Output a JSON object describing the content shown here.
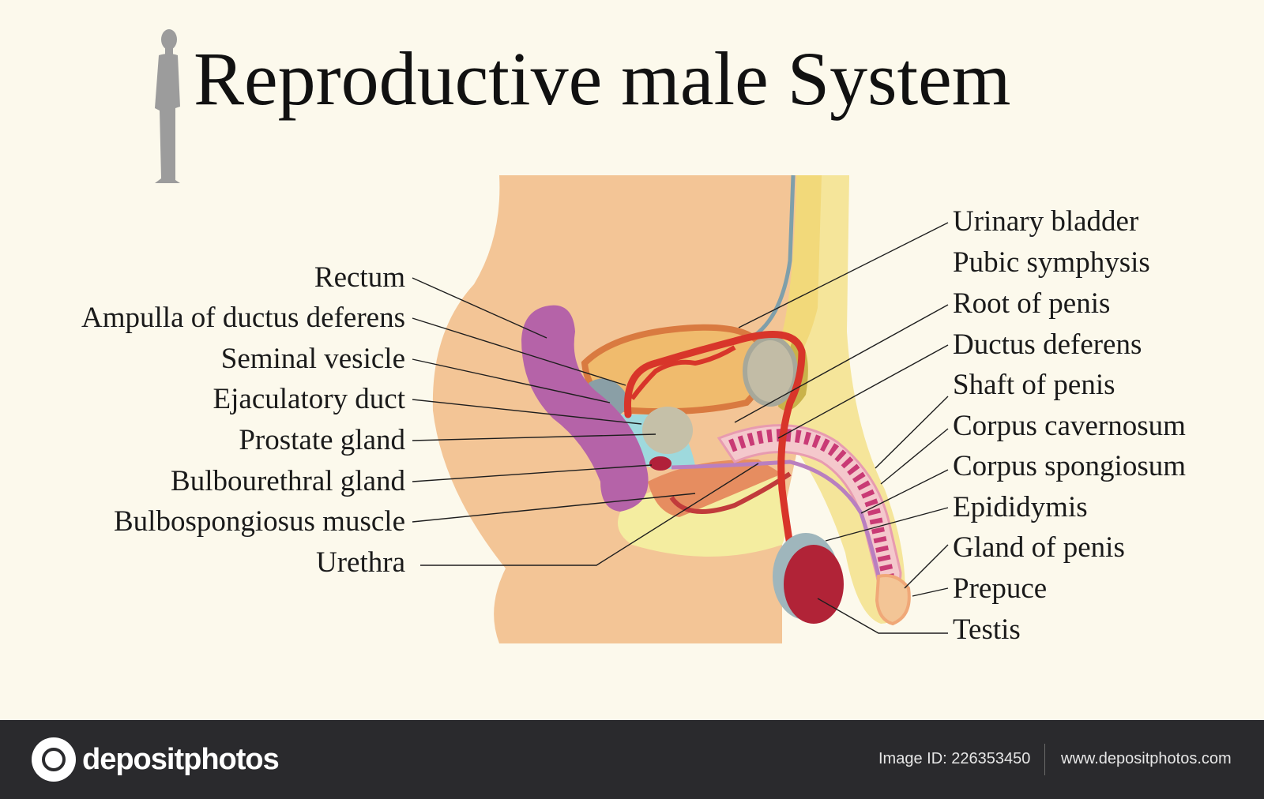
{
  "title": "Reproductive male System",
  "left_labels": [
    "Rectum",
    "Ampulla of  ductus deferens",
    "Seminal vesicle",
    "Ejaculatory duct",
    "Prostate gland",
    "Bulbourethral gland",
    "Bulbospongiosus muscle",
    "Urethra"
  ],
  "right_labels": [
    "Urinary bladder",
    "Pubic symphysis",
    "Root of  penis",
    "Ductus deferens",
    "Shaft of  penis",
    "Corpus cavernosum",
    "Corpus spongiosum",
    "Epididymis",
    "Gland of  penis",
    "Prepuce",
    "Testis"
  ],
  "footer": {
    "brand": "depositphotos",
    "image_id": "Image ID: 226353450",
    "website": "www.depositphotos.com"
  },
  "colors": {
    "background": "#fcf9ec",
    "body": "#f3c596",
    "rectum": "#b563a8",
    "bladder": "#f0bb6d",
    "vessel": "#d8352a",
    "cavernosum": "#c93a75",
    "testis": "#b12337",
    "footer": "#2a2a2d"
  }
}
